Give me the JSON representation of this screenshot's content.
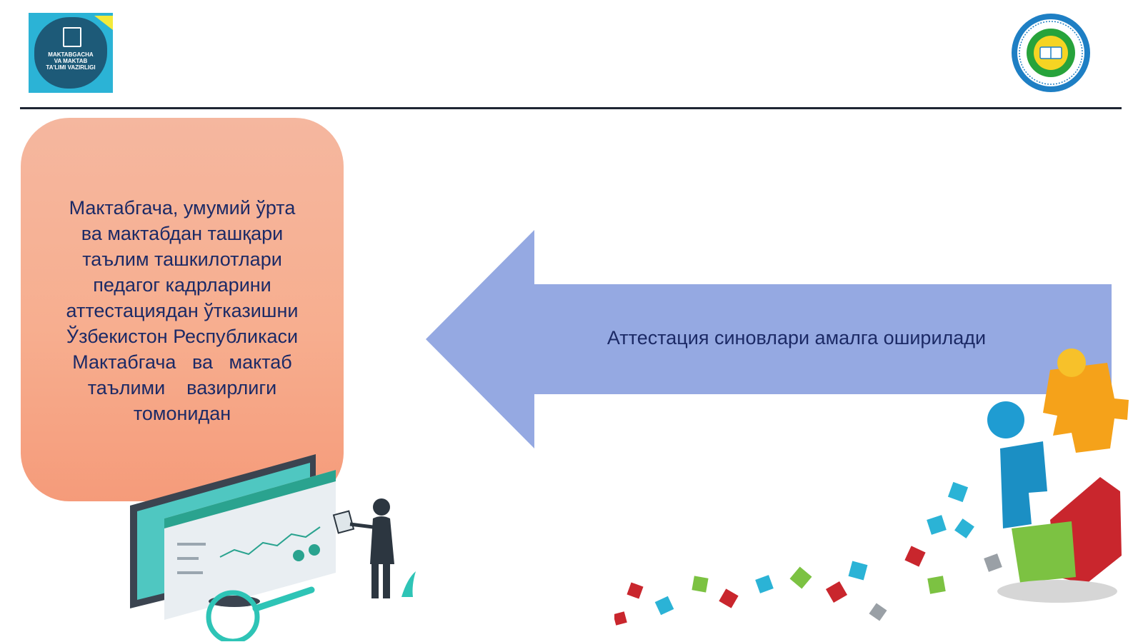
{
  "logo_left": {
    "lines": [
      "MAKTABGACHA",
      "VA MAKTAB",
      "TA'LIMI VAZIRLIGI"
    ],
    "colors": {
      "frame": "#2bb3d6",
      "blob": "#1d5a78",
      "accent": "#f3ea3a"
    }
  },
  "logo_right": {
    "icon": "emblem-seal"
  },
  "left_box": {
    "lines": [
      "Мактабгача, умумий ўрта",
      "ва мактабдан ташқари",
      "таълим ташкилотлари",
      "педагог кадрларини",
      "аттестациядан ўтказишни",
      "Ўзбекистон Республикаси",
      "Мактабгача   ва   мактаб",
      "таълими    вазирлиги",
      "томонидан"
    ],
    "color": "#f7ae8f"
  },
  "arrow": {
    "label": "Аттестация синовлари амалга оширилади",
    "color": "#95a9e2",
    "direction": "left"
  },
  "illustrations": {
    "left": "dashboard-analytics-illustration",
    "right": "puzzle-pieces-illustration"
  },
  "colors": {
    "text": "#1c2a66",
    "rule": "#1e2533"
  }
}
